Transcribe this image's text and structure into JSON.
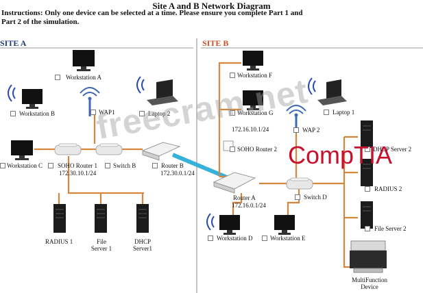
{
  "header": {
    "title": "Site A and B Network Diagram",
    "instructions_line1": "Instructions: Only one device can be selected at a time. Please ensure you complete Part 1 and",
    "instructions_line2": "Part 2 of the simulation."
  },
  "sites": {
    "a_label": "SITE A",
    "b_label": "SITE B"
  },
  "site_a": {
    "workstation_a": "Workstation A",
    "workstation_b": "Workstation B",
    "wap1": "WAP1",
    "laptop2": "Laptop 2",
    "workstation_c": "Workstation C",
    "soho_router1": "SOHO Router 1",
    "soho_router1_ip": "172.30.10.1/24",
    "switch_b": "Switch B",
    "router_b": "Router B",
    "router_b_ip": "172.30.0.1/24",
    "radius1": "RADIUS 1",
    "file_server1_l1": "File",
    "file_server1_l2": "Server 1",
    "dhcp_server1_l1": "DHCP",
    "dhcp_server1_l2": "Server1"
  },
  "site_b": {
    "workstation_f": "Workstation F",
    "workstation_g": "Workstation G",
    "soho2_ip": "172.16.10.1/24",
    "soho_router2": "SOHO Router 2",
    "wap2": "WAP 2",
    "laptop1": "Laptop 1",
    "dhcp_server2": "DHCP Server 2",
    "radius2": "RADIUS 2",
    "file_server2": "File Server 2",
    "router_a": "Router A",
    "router_a_ip": "172.16.0.1/24",
    "switch_d": "Switch D",
    "workstation_d": "Workstation D",
    "workstation_e": "Workstation E",
    "mfd_l1": "MultiFunction",
    "mfd_l2": "Device"
  },
  "overlays": {
    "watermark": "freecram.net",
    "brand": "CompTIA"
  },
  "colors": {
    "link": "#d4873a",
    "uplink": "#36b1d9",
    "site_a_label": "#1f3a77",
    "site_b_label": "#c8502a",
    "divider": "#888888",
    "brand": "#c8102e"
  }
}
